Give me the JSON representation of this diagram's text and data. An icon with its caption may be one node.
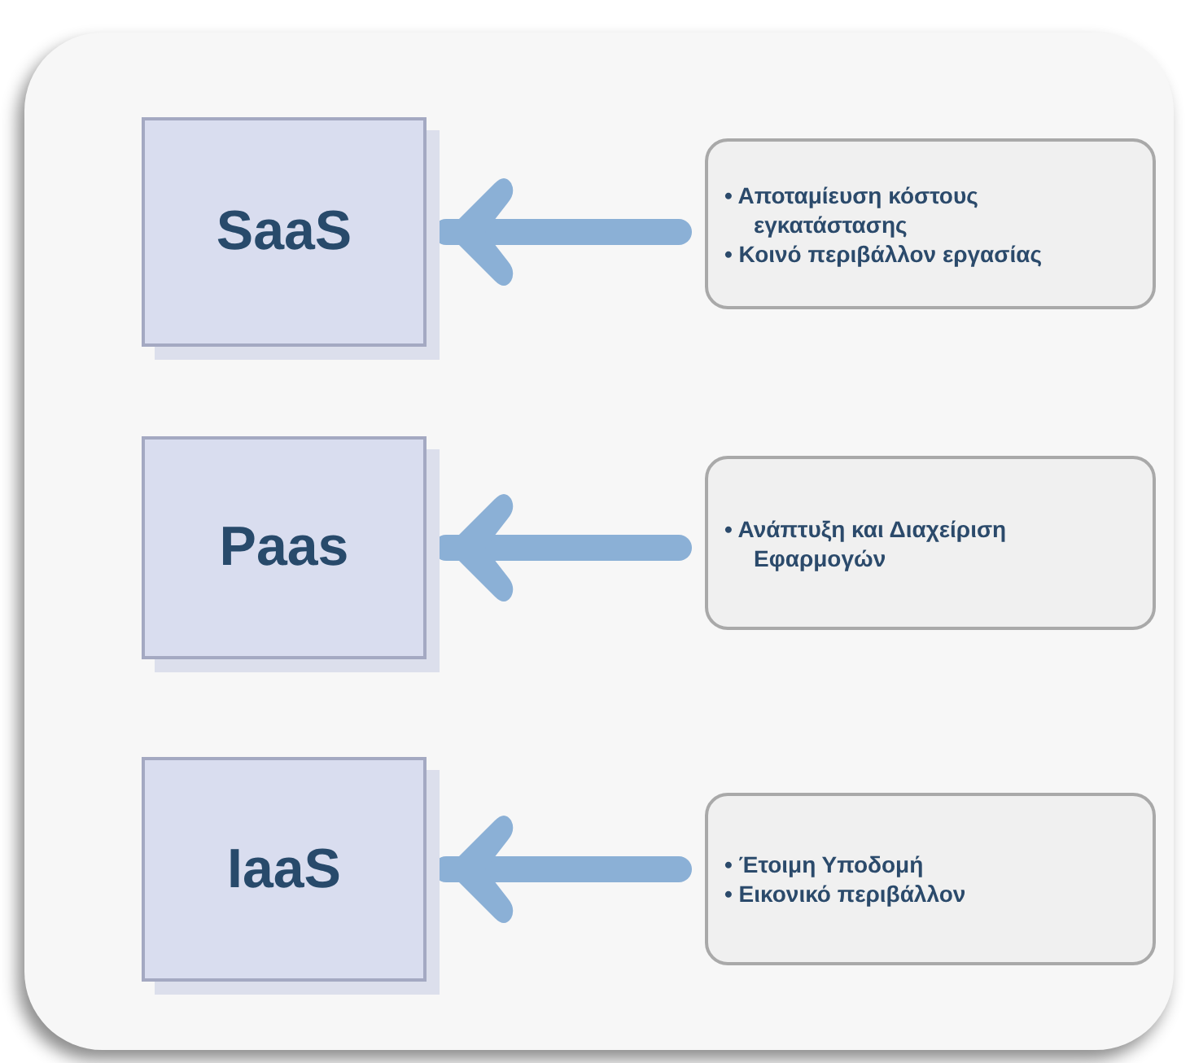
{
  "diagram": {
    "nodes": [
      {
        "text": [
          "SaaS"
        ]
      },
      {
        "text": [
          "• Αποταμίευση κόστους εγκατάστασης",
          "• Κοινό περιβάλλον εργασίας"
        ]
      },
      {
        "text": [
          "Paas"
        ]
      },
      {
        "text": [
          "• Ανάπτυξη και Διαχείριση Εφαρμογών"
        ]
      },
      {
        "text": [
          "IaaS"
        ]
      },
      {
        "text": [
          "• Έτοιμη Υποδομή",
          "• Εικονικό περιβάλλον"
        ]
      }
    ],
    "edges": [
      {
        "from": 1,
        "to": 0,
        "arrow": "to"
      },
      {
        "from": 3,
        "to": 2,
        "arrow": "to"
      },
      {
        "from": 5,
        "to": 4,
        "arrow": "to"
      }
    ]
  }
}
